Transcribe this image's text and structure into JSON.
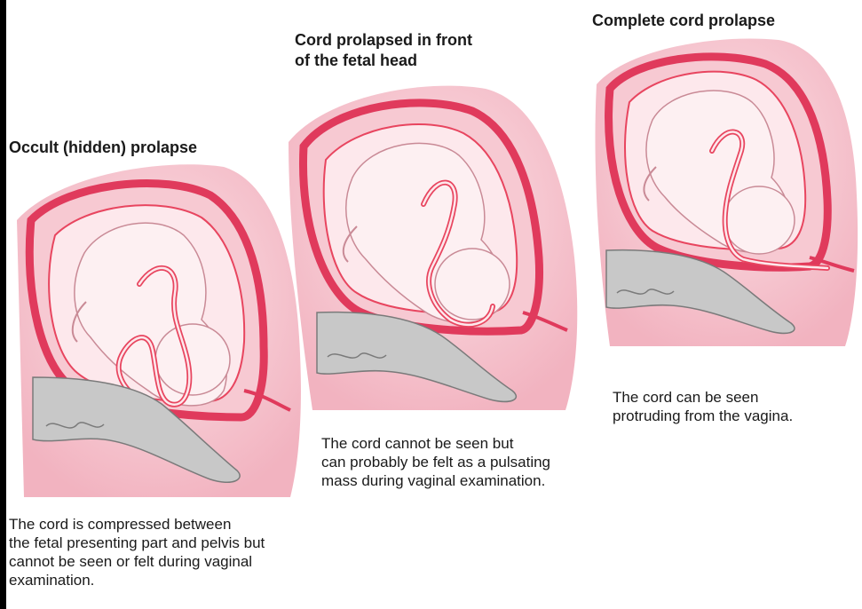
{
  "panels": [
    {
      "title_lines": [
        "Occult (hidden) prolapse"
      ],
      "caption_lines": [
        "The cord is compressed between",
        "the fetal presenting part and pelvis but",
        "cannot be seen or felt during vaginal",
        "examination."
      ]
    },
    {
      "title_lines": [
        "Cord prolapsed in front",
        "of the fetal head"
      ],
      "caption_lines": [
        "The cord cannot be seen but",
        "can probably be felt as a pulsating",
        "mass during vaginal examination."
      ]
    },
    {
      "title_lines": [
        "Complete cord prolapse"
      ],
      "caption_lines": [
        "The cord can be seen",
        "protruding from the vagina."
      ]
    }
  ],
  "colors": {
    "uterus_outer": "#f5c2cc",
    "uterus_wall": "#e03a5c",
    "fetus": "#fbe6ea",
    "cord": "#e8455f",
    "pelvis_bone": "#c8c8c8"
  }
}
